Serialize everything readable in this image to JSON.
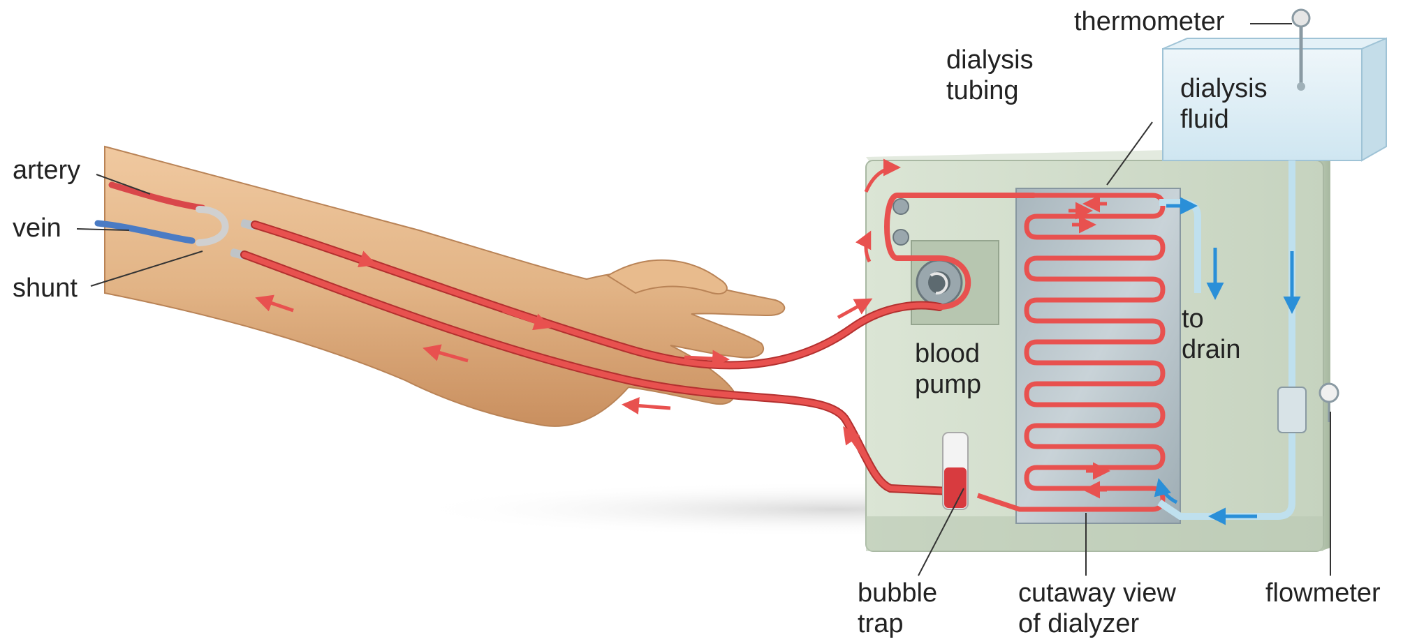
{
  "labels": {
    "artery": "artery",
    "vein": "vein",
    "shunt": "shunt",
    "thermometer": "thermometer",
    "dialysis_tubing": [
      "dialysis",
      "tubing"
    ],
    "dialysis_fluid": [
      "dialysis",
      "fluid"
    ],
    "blood_pump": [
      "blood",
      "pump"
    ],
    "to_drain": [
      "to",
      "drain"
    ],
    "bubble_trap": [
      "bubble",
      "trap"
    ],
    "cutaway_view": [
      "cutaway view",
      "of dialyzer"
    ],
    "flowmeter": "flowmeter"
  },
  "colors": {
    "blood": "#e8514f",
    "blood_dark": "#b3302f",
    "fluid_flow": "#2a8fd8",
    "machine": "#c9d6c2",
    "skin": "#e2b486"
  }
}
